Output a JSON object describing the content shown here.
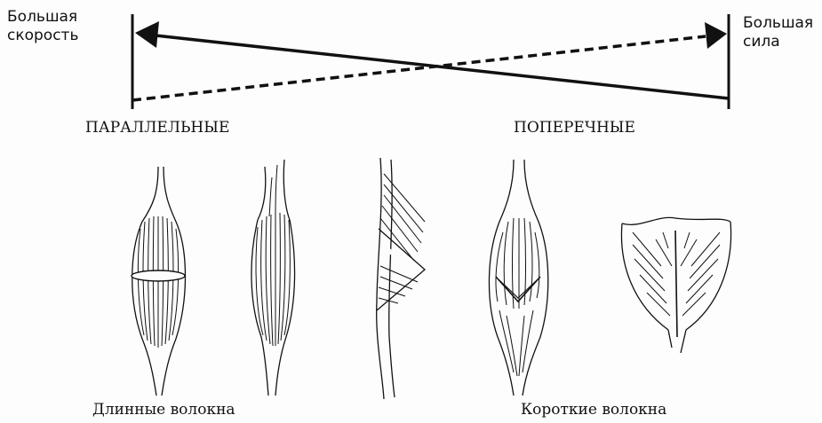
{
  "scale": {
    "left_label": [
      "Большая",
      "скорость"
    ],
    "right_label": [
      "Большая",
      "сила"
    ]
  },
  "categories": {
    "parallel": "ПАРАЛЛЕЛЬНЫЕ",
    "pennate": "ПОПЕРЕЧНЫЕ"
  },
  "captions": {
    "long_fibers": "Длинные волокна",
    "short_fibers": "Короткие волокна"
  },
  "colors": {
    "ink": "#111111",
    "background": "#fdfdfd"
  }
}
